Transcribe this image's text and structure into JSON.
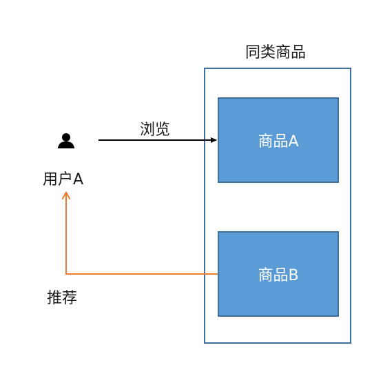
{
  "group": {
    "title": "同类商品"
  },
  "user": {
    "label": "用户A",
    "icon": "user-icon"
  },
  "products": [
    {
      "label": "商品A"
    },
    {
      "label": "商品B"
    }
  ],
  "edges": {
    "browse": {
      "label": "浏览",
      "color": "#000000"
    },
    "recommend": {
      "label": "推荐",
      "color": "#ed7d31"
    }
  },
  "colors": {
    "box_fill": "#5b9bd5",
    "box_border": "#41719c",
    "group_border": "#3e6f9f"
  }
}
